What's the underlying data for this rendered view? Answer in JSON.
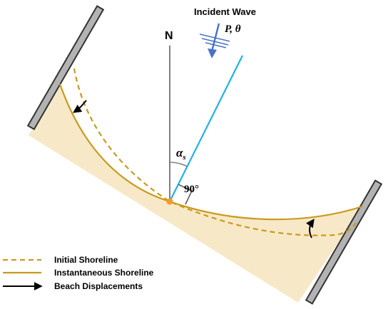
{
  "labels": {
    "north": "N",
    "incident_wave": "Incident Wave",
    "wave_params": "P, θ",
    "alpha_base": "α",
    "alpha_sub": "s",
    "right_angle": "90°"
  },
  "legend": {
    "initial": "Initial Shoreline",
    "instantaneous": "Instantaneous Shoreline",
    "displacement": "Beach Displacements"
  },
  "colors": {
    "sand": "#f7e9c7",
    "shoreline": "#c99a1e",
    "wall": "#b3b3b3",
    "wave_ray": "#1fb0ea",
    "wave_arrow": "#4a73c7",
    "pivot": "#f59a2a",
    "north_line": "#808080"
  }
}
